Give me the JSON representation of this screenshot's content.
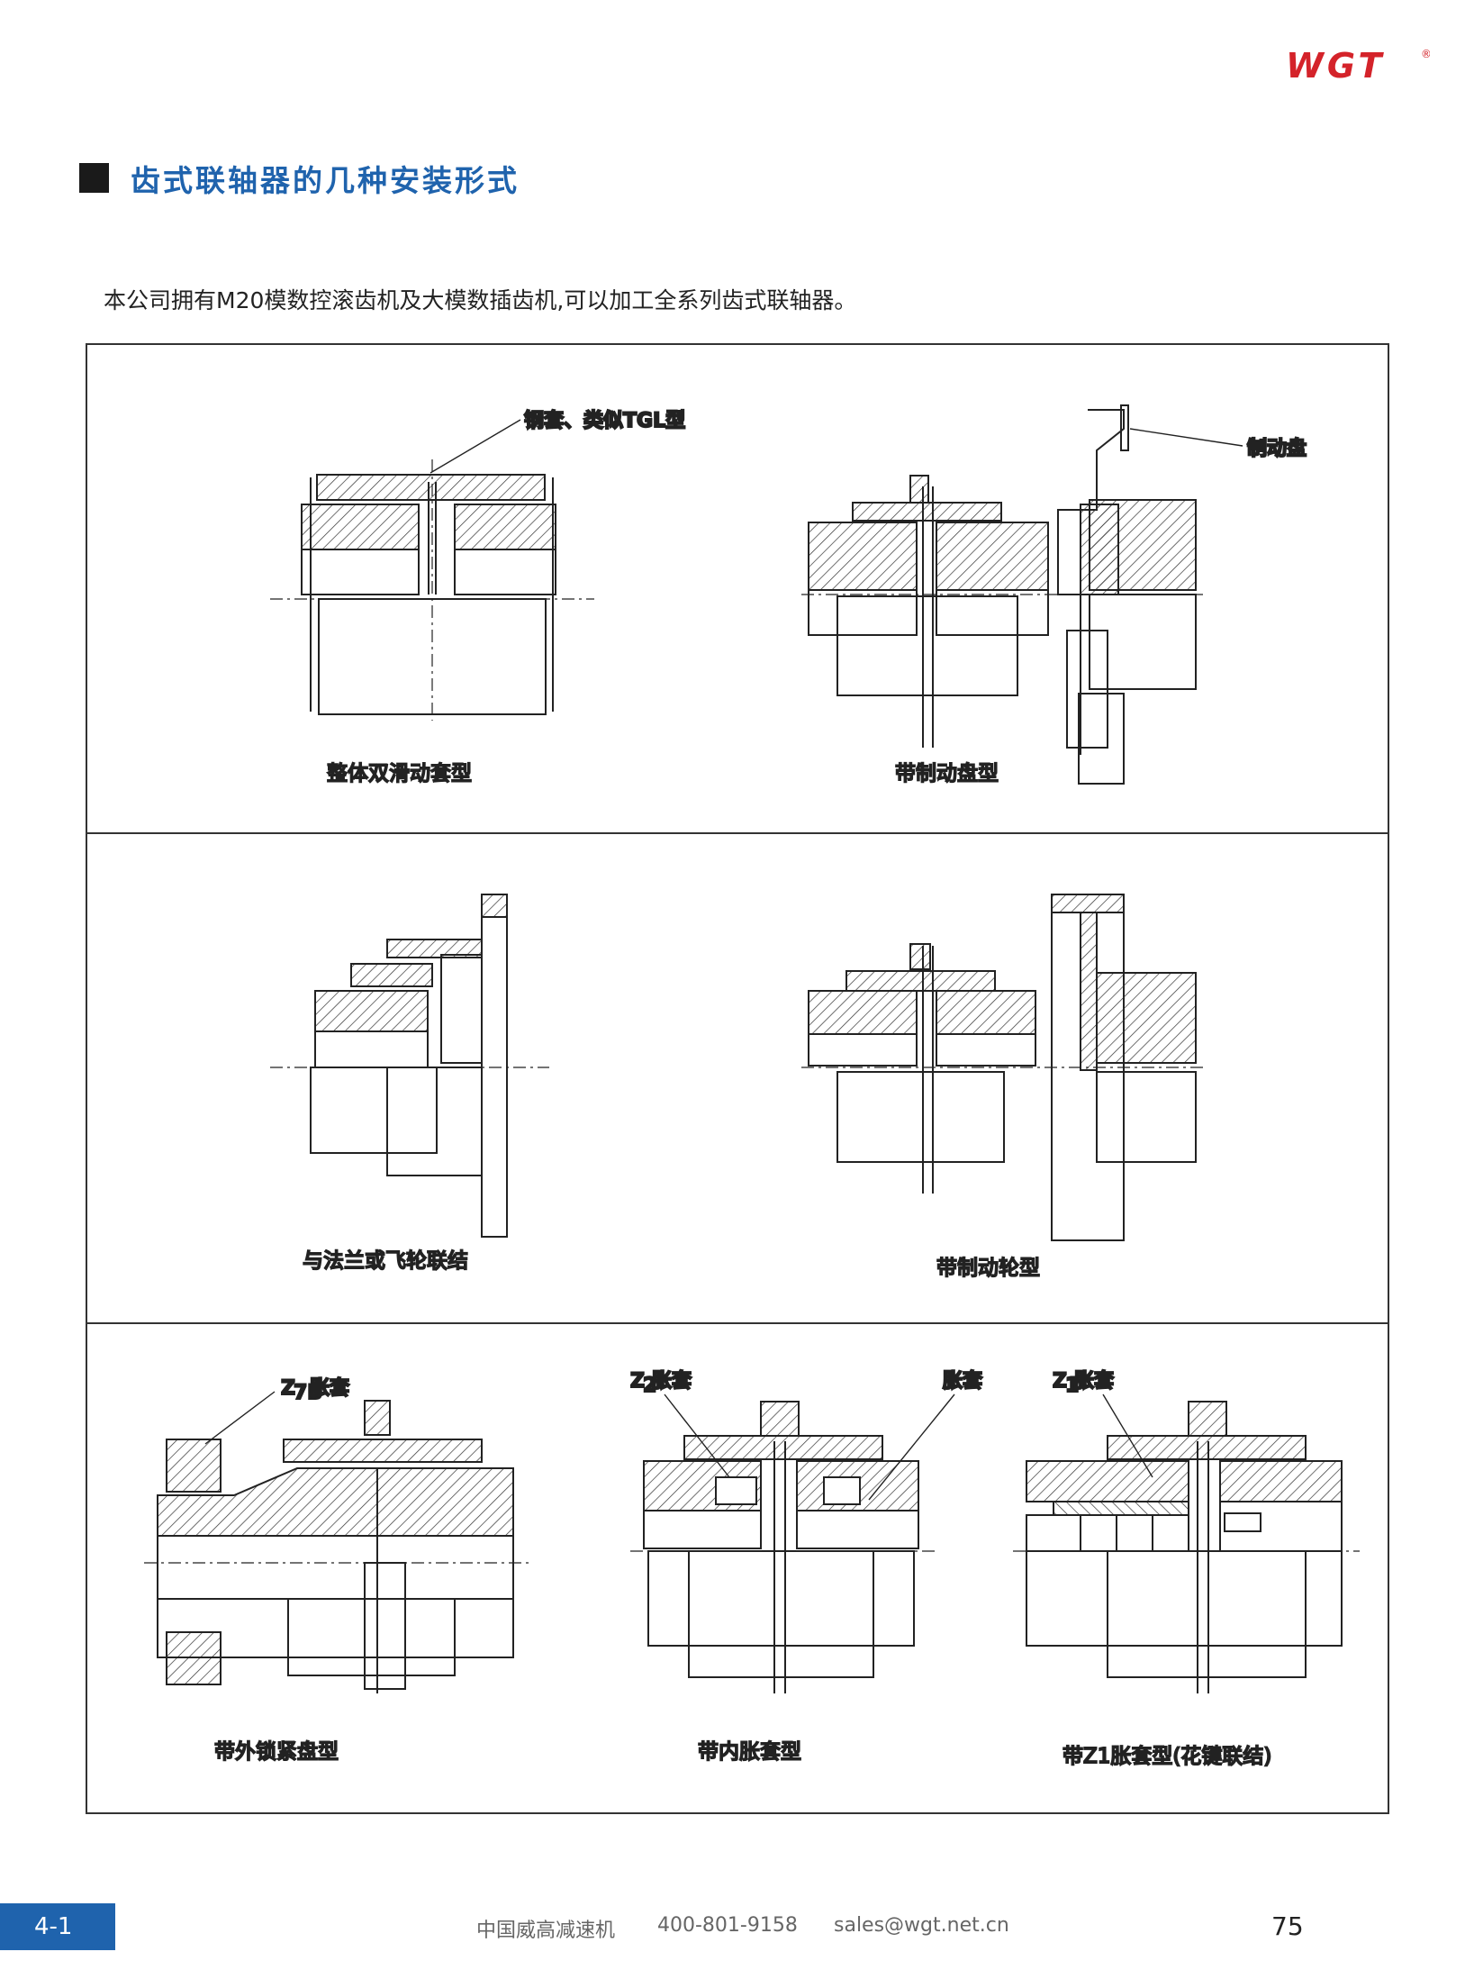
{
  "brand": {
    "logo_text": "WGT",
    "reg_mark": "®",
    "color": "#d4232a"
  },
  "section": {
    "title": "齿式联轴器的几种安装形式",
    "title_color": "#1f63ad"
  },
  "intro": "本公司拥有M20模数控滚齿机及大模数插齿机,可以加工全系列齿式联轴器。",
  "diagrams": {
    "d1": {
      "caption": "整体双滑动套型",
      "callout": "钢套、类似TGL型"
    },
    "d2": {
      "caption": "带制动盘型",
      "callout": "制动盘"
    },
    "d3": {
      "caption": "与法兰或飞轮联结"
    },
    "d4": {
      "caption": "带制动轮型"
    },
    "d5": {
      "caption": "带外锁紧盘型",
      "callout_main": "Z",
      "callout_sub": "7B",
      "callout_suffix": "胀套"
    },
    "d6": {
      "caption": "带内胀套型",
      "callout_a_main": "Z",
      "callout_a_sub": "2",
      "callout_a_suffix": "胀套",
      "callout_b": "胀套"
    },
    "d7": {
      "caption": "带Z1胀套型(花键联结)",
      "callout_main": "Z",
      "callout_sub": "1",
      "callout_suffix": "胀套"
    }
  },
  "footer": {
    "tab": "4-1",
    "company": "中国威高减速机",
    "phone": "400-801-9158",
    "email": "sales@wgt.net.cn",
    "page": "75",
    "tab_color": "#1f63ad"
  }
}
